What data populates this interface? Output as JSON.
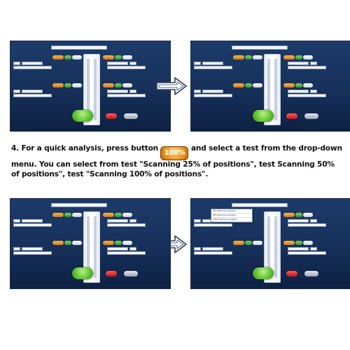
{
  "instruction": {
    "prefix": "4. For a quick analysis, press button",
    "button_label": "100%",
    "suffix": "and select a test from the drop-down menu. You can select from test \"Scanning 25% of positions\", test Scanning 50% of positions\", test \"Scanning 100% of positions\"."
  },
  "dropdown_options": [
    "25% Scanning of positions",
    "50% Scanning of positions",
    "100% Scanning of positions"
  ],
  "colors": {
    "accent": "#e58a16",
    "panel_bg": "#16305a",
    "new_test": "#5fc12e",
    "exit": "#c81414"
  },
  "icons": {
    "arrow": "right-arrow-icon"
  }
}
